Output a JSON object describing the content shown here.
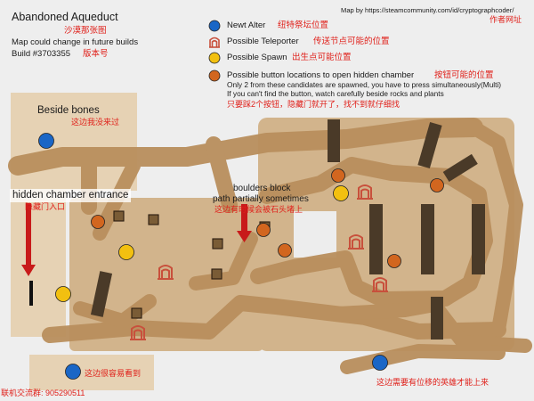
{
  "header": {
    "title": "Abandoned Aqueduct",
    "title_cn": "沙漠那张图",
    "subtitle": "Map could change in future builds",
    "build": "Build #3703355",
    "build_cn": "版本号",
    "credit": "Map by https://steamcommunity.com/id/cryptographcoder/",
    "credit_cn": "作者网址"
  },
  "legend": {
    "items": [
      {
        "icon": "blue-circle-icon",
        "label": "Newt Alter",
        "label_cn": "纽特祭坛位置"
      },
      {
        "icon": "teleporter-icon",
        "label": "Possible Teleporter",
        "label_cn": "传送节点可能的位置"
      },
      {
        "icon": "yellow-circle-icon",
        "label": "Possible Spawn",
        "label_cn": "出生点可能位置"
      },
      {
        "icon": "orange-circle-icon",
        "label": "Possible button locations to open hidden chamber",
        "label_cn": "按钮可能的位置"
      }
    ],
    "note_line1": "Only 2 from these candidates are spawned, you have to press simultaneously(Multi)",
    "note_line2": "If you can't find the button, watch carefully  beside rocks and plants",
    "note_cn": "只要踩2个按钮，隐藏门就开了，找不到就仔细找"
  },
  "callouts": {
    "beside_bones": "Beside bones",
    "beside_bones_cn": "这边我没来过",
    "hidden_chamber": "hidden chamber entrance",
    "hidden_chamber_cn": "隐藏门入口",
    "boulders_line1": "boulders block",
    "boulders_line2": "path partially sometimes",
    "boulders_cn": "这边有时候会被石头堵上",
    "bottom_left_cn": "这边很容易看到",
    "bottom_right_cn": "这边需要有位移的英雄才能上来",
    "contact_cn": "联机交流群: 905290511"
  },
  "colors": {
    "background": "#eeeeee",
    "platform": "#e6d2b4",
    "ground": "#d2b48c",
    "path": "#b98f5d",
    "pillar": "#4a3a28",
    "pit": "#ededed",
    "newt": "#1a66c6",
    "spawn": "#f2c010",
    "button": "#d2661f",
    "teleporter": "#c8503c",
    "annotation_cn": "#e0201a"
  }
}
